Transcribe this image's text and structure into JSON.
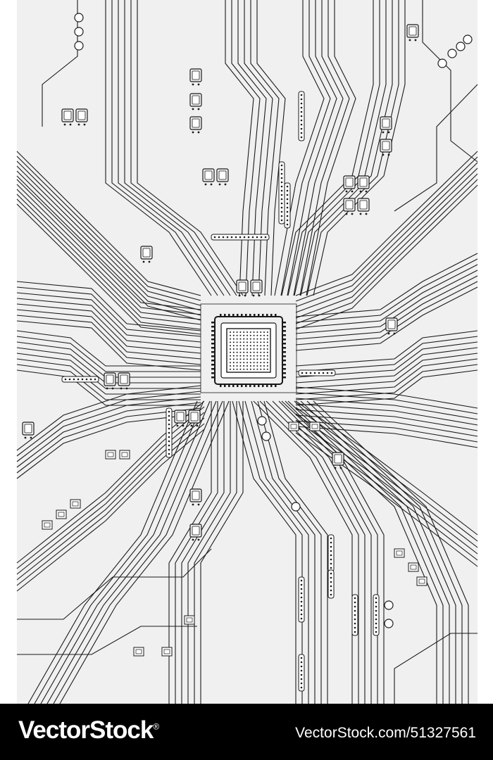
{
  "illustration": {
    "subject": "circuit-board",
    "background_color": "#f0f0f0",
    "line_color": "#1a1a1a",
    "chip_face_color": "#ffffff"
  },
  "footer": {
    "background_color": "#000000",
    "text_color": "#ffffff",
    "brand": "VectorStock",
    "brand_mark": "®",
    "image_ref": "VectorStock.com/51327561"
  }
}
